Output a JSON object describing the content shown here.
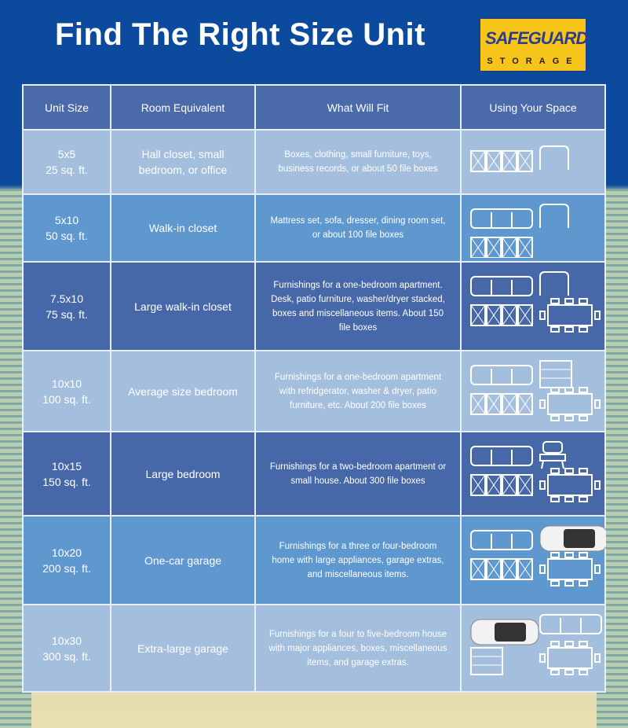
{
  "title": "Find The Right Size Unit",
  "logo": {
    "line1": "SAFEGUARD",
    "line2": "STORAGE"
  },
  "headers": [
    "Unit Size",
    "Room Equivalent",
    "What Will Fit",
    "Using Your Space"
  ],
  "rows": [
    {
      "size": "5x5",
      "area": "25 sq. ft.",
      "room": "Hall closet, small bedroom, or office",
      "fit": "Boxes, clothing, small furniture, toys, business records, or about 50 file boxes",
      "style": "light",
      "icons": [
        "file-boxes",
        "armchair"
      ]
    },
    {
      "size": "5x10",
      "area": "50 sq. ft.",
      "room": "Walk-in closet",
      "fit": "Mattress set, sofa, dresser, dining room set, or about 100 file boxes",
      "style": "med",
      "icons": [
        "sofa",
        "armchair",
        "file-boxes"
      ]
    },
    {
      "size": "7.5x10",
      "area": "75 sq. ft.",
      "room": "Large walk-in closet",
      "fit": "Furnishings for a one-bedroom apartment. Desk, patio furniture, washer/dryer stacked, boxes and miscellaneous items. About 150 file boxes",
      "style": "dark",
      "icons": [
        "sofa",
        "armchair",
        "file-boxes",
        "dining-table"
      ]
    },
    {
      "size": "10x10",
      "area": "100 sq. ft.",
      "room": "Average size bedroom",
      "fit": "Furnishings for a one-bedroom apartment with refridgerator, washer & dryer, patio furniture, etc. About 200 file boxes",
      "style": "light",
      "icons": [
        "sofa",
        "dresser",
        "file-boxes",
        "dining-table"
      ]
    },
    {
      "size": "10x15",
      "area": "150 sq. ft.",
      "room": "Large bedroom",
      "fit": "Furnishings for a two-bedroom apartment or small house. About 300 file boxes",
      "style": "dark",
      "icons": [
        "sofa",
        "chair",
        "file-boxes",
        "dining-table"
      ]
    },
    {
      "size": "10x20",
      "area": "200 sq. ft.",
      "room": "One-car garage",
      "fit": "Furnishings for a three or four-bedroom home with large appliances, garage extras, and miscellaneous items.",
      "style": "med",
      "icons": [
        "sofa",
        "car",
        "file-boxes",
        "dining-table"
      ]
    },
    {
      "size": "10x30",
      "area": "300 sq. ft.",
      "room": "Extra-large garage",
      "fit": "Furnishings for a four to five-bedroom house with major appliances, boxes, miscellaneous items, and garage extras.",
      "style": "light",
      "icons": [
        "car",
        "sofa",
        "dresser",
        "dining-table"
      ]
    }
  ]
}
